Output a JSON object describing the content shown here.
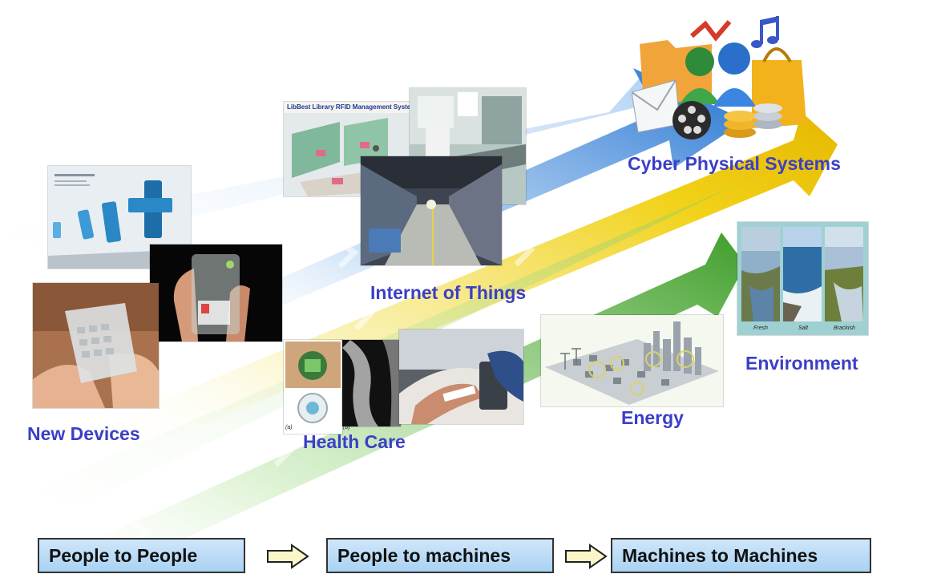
{
  "labels": {
    "cps": "Cyber Physical  Systems",
    "iot": "Internet of Things",
    "new_devices": "New Devices",
    "health_care": "Health Care",
    "energy": "Energy",
    "environment": "Environment"
  },
  "stages": [
    "People to People",
    "People to machines",
    "Machines to Machines"
  ],
  "photo_captions": {
    "rfid_title": "LibBest Library RFID Management System",
    "env_fresh": "Fresh",
    "env_salt": "Salt",
    "env_brackish": "Brackish",
    "health_a": "(a)",
    "health_b": "(b)"
  },
  "colors": {
    "label_text": "#3b3fc6",
    "stage_fill": "#b8dbf6",
    "ray_blue": "#2f7fd8",
    "ray_yellow": "#f2d21a",
    "ray_green": "#53b33a"
  }
}
